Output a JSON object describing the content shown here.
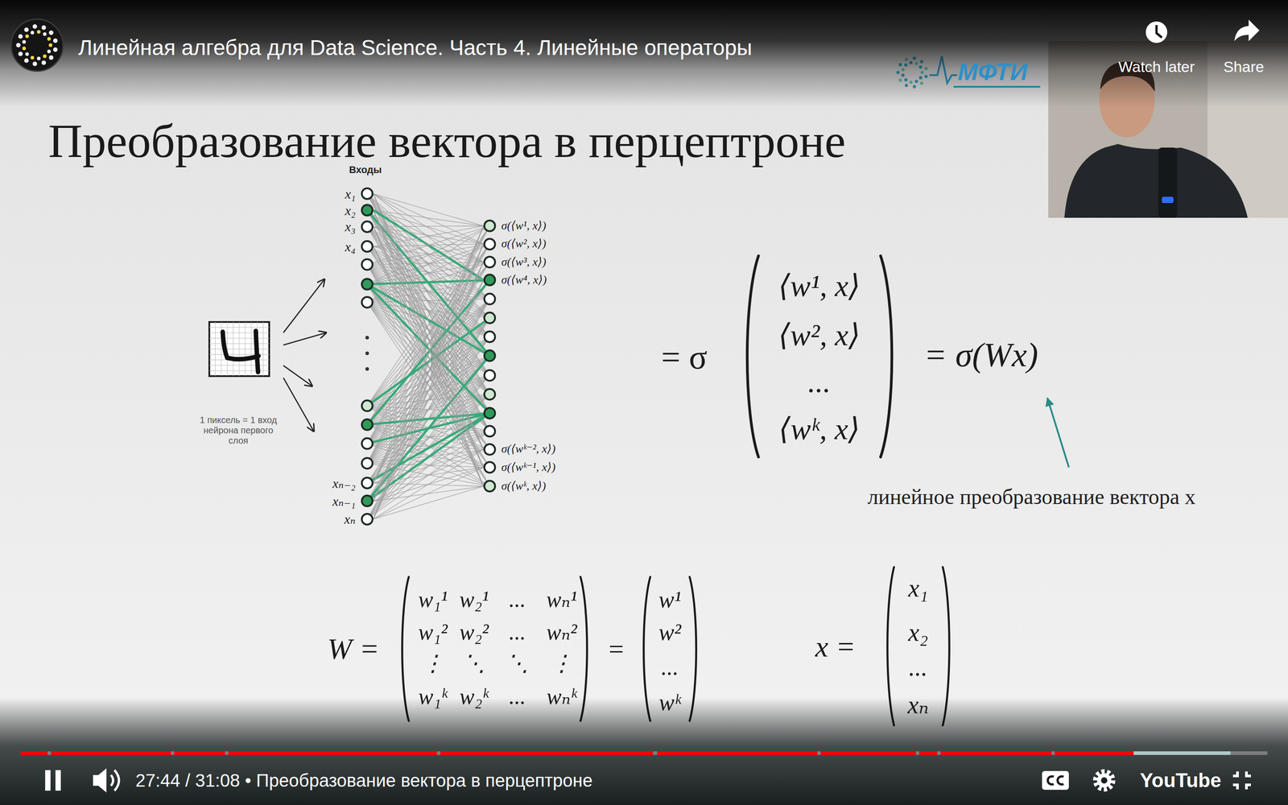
{
  "diagram": {
    "title": "Преобразование вектора в перцептроне",
    "nodes": [
      {
        "text": [
          "x₁"
        ]
      },
      {
        "text": [
          "x₂"
        ]
      },
      {
        "text": [
          "x₃"
        ]
      },
      {
        "text": [
          "x₄"
        ]
      },
      {
        "text": [
          "xₙ₋₂"
        ]
      },
      {
        "text": [
          "xₙ₋₁"
        ]
      },
      {
        "text": [
          "xₙ"
        ]
      },
      {
        "text": [
          "σ(⟨w¹, x⟩)"
        ]
      },
      {
        "text": [
          "σ(⟨w², x⟩)"
        ]
      },
      {
        "text": [
          "σ(⟨w³, x⟩)"
        ]
      },
      {
        "text": [
          "σ(⟨w⁴, x⟩)"
        ]
      },
      {
        "text": [
          "σ(⟨wᵏ⁻², x⟩)"
        ]
      },
      {
        "text": [
          "σ(⟨wᵏ⁻¹, x⟩)"
        ]
      },
      {
        "text": [
          "σ(⟨wᵏ, x⟩)"
        ]
      }
    ],
    "edges": [
      {
        "from": 0,
        "to": 7,
        "arrow": "none"
      },
      {
        "from": 0,
        "to": 8,
        "arrow": "none"
      },
      {
        "from": 0,
        "to": 9,
        "arrow": "none"
      },
      {
        "from": 0,
        "to": 10,
        "arrow": "none"
      },
      {
        "from": 0,
        "to": 11,
        "arrow": "none"
      },
      {
        "from": 0,
        "to": 12,
        "arrow": "none"
      },
      {
        "from": 0,
        "to": 13,
        "arrow": "none"
      },
      {
        "from": 1,
        "to": 7,
        "arrow": "none"
      },
      {
        "from": 1,
        "to": 8,
        "arrow": "none"
      },
      {
        "from": 1,
        "to": 9,
        "arrow": "none"
      },
      {
        "from": 1,
        "to": 10,
        "arrow": "none"
      },
      {
        "from": 1,
        "to": 11,
        "arrow": "none"
      },
      {
        "from": 1,
        "to": 12,
        "arrow": "none"
      },
      {
        "from": 1,
        "to": 13,
        "arrow": "none"
      },
      {
        "from": 2,
        "to": 7,
        "arrow": "none"
      },
      {
        "from": 2,
        "to": 8,
        "arrow": "none"
      },
      {
        "from": 2,
        "to": 9,
        "arrow": "none"
      },
      {
        "from": 2,
        "to": 10,
        "arrow": "none"
      },
      {
        "from": 2,
        "to": 11,
        "arrow": "none"
      },
      {
        "from": 2,
        "to": 12,
        "arrow": "none"
      },
      {
        "from": 2,
        "to": 13,
        "arrow": "none"
      },
      {
        "from": 3,
        "to": 7,
        "arrow": "none"
      },
      {
        "from": 3,
        "to": 8,
        "arrow": "none"
      },
      {
        "from": 3,
        "to": 9,
        "arrow": "none"
      },
      {
        "from": 3,
        "to": 10,
        "arrow": "none"
      },
      {
        "from": 3,
        "to": 11,
        "arrow": "none"
      },
      {
        "from": 3,
        "to": 12,
        "arrow": "none"
      },
      {
        "from": 3,
        "to": 13,
        "arrow": "none"
      },
      {
        "from": 4,
        "to": 7,
        "arrow": "none"
      },
      {
        "from": 4,
        "to": 8,
        "arrow": "none"
      },
      {
        "from": 4,
        "to": 9,
        "arrow": "none"
      },
      {
        "from": 4,
        "to": 10,
        "arrow": "none"
      },
      {
        "from": 4,
        "to": 11,
        "arrow": "none"
      },
      {
        "from": 4,
        "to": 12,
        "arrow": "none"
      },
      {
        "from": 4,
        "to": 13,
        "arrow": "none"
      },
      {
        "from": 5,
        "to": 7,
        "arrow": "none"
      },
      {
        "from": 5,
        "to": 8,
        "arrow": "none"
      },
      {
        "from": 5,
        "to": 9,
        "arrow": "none"
      },
      {
        "from": 5,
        "to": 10,
        "arrow": "none"
      },
      {
        "from": 5,
        "to": 11,
        "arrow": "none"
      },
      {
        "from": 5,
        "to": 12,
        "arrow": "none"
      },
      {
        "from": 5,
        "to": 13,
        "arrow": "none"
      },
      {
        "from": 6,
        "to": 7,
        "arrow": "none"
      },
      {
        "from": 6,
        "to": 8,
        "arrow": "none"
      },
      {
        "from": 6,
        "to": 9,
        "arrow": "none"
      },
      {
        "from": 6,
        "to": 10,
        "arrow": "none"
      },
      {
        "from": 6,
        "to": 11,
        "arrow": "none"
      },
      {
        "from": 6,
        "to": 12,
        "arrow": "none"
      },
      {
        "from": 6,
        "to": 13,
        "arrow": "none"
      }
    ],
    "labels": [
      "Линейная алгебра для Data Science. Часть 4. Линейные операторы",
      "Watch later",
      "Share",
      "МФТИ",
      "Входы",
      "1 пиксель = 1 вход нейрона первого слоя",
      "= σ",
      "⟨w¹, x⟩",
      "⟨w², x⟩",
      "...",
      "⟨wᵏ, x⟩",
      "= σ(Wx)",
      "линейное преобразование вектора x",
      "W =",
      "w₁¹",
      "w₂¹",
      "...",
      "wₙ¹",
      "w₁²",
      "w₂²",
      "...",
      "wₙ²",
      "⋮",
      "⋱",
      "⋱",
      "⋮",
      "w₁ᵏ",
      "w₂ᵏ",
      "...",
      "wₙᵏ",
      "=",
      "w¹",
      "w²",
      "...",
      "wᵏ",
      "x =",
      "x₁",
      "x₂",
      "...",
      "xₙ",
      "27:44 / 31:08 • Преобразование вектора в перцептроне",
      "YouTube"
    ]
  }
}
